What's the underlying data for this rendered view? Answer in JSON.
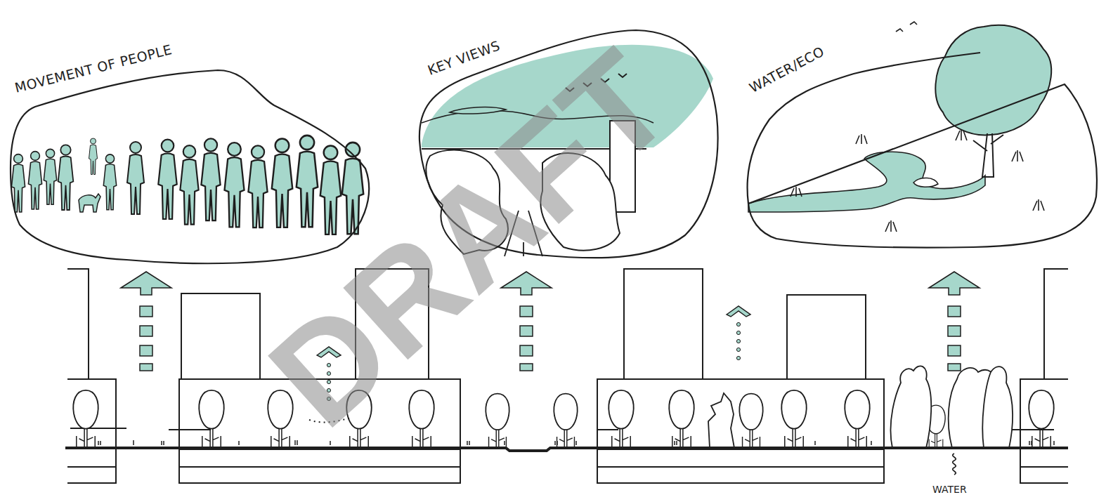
{
  "diagram": {
    "nodes": [
      {
        "text": [
          "MOVEMENT OF PEOPLE"
        ]
      },
      {
        "text": [
          "KEY VIEWS"
        ]
      },
      {
        "text": [
          "WATER/ECO"
        ]
      }
    ],
    "labels": [
      "WATER",
      "DRAFT"
    ]
  }
}
